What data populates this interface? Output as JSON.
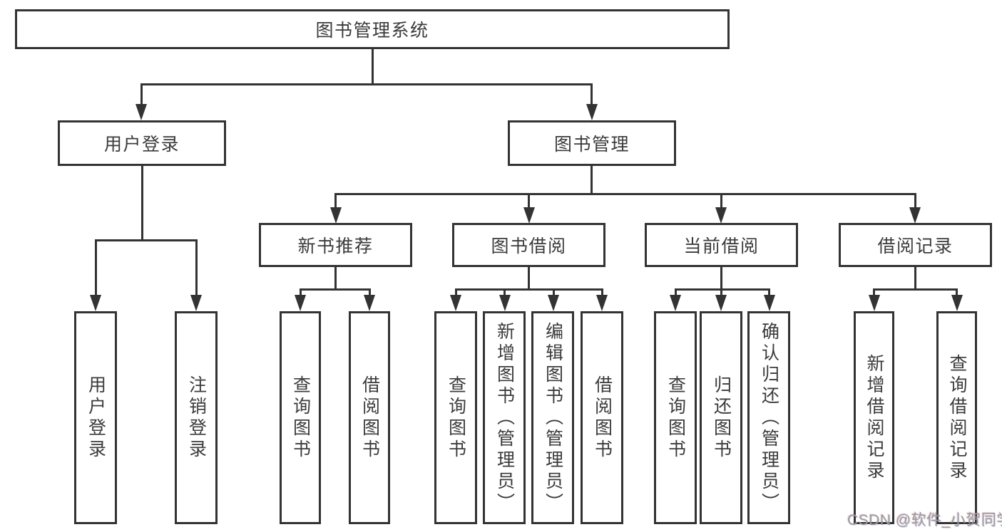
{
  "tree": {
    "root": {
      "label": "图书管理系统"
    },
    "user_login": {
      "label": "用户登录",
      "children": [
        "用户登录",
        "注销登录"
      ]
    },
    "book_mgmt": {
      "label": "图书管理"
    },
    "new_books": {
      "label": "新书推荐",
      "children": [
        "查询图书",
        "借阅图书"
      ]
    },
    "book_borrow": {
      "label": "图书借阅",
      "children": [
        "查询图书",
        "新增图书（管理员）",
        "编辑图书（管理员）",
        "借阅图书"
      ]
    },
    "current_borrow": {
      "label": "当前借阅",
      "children": [
        "查询图书",
        "归还图书",
        "确认归还（管理员）"
      ]
    },
    "borrow_records": {
      "label": "借阅记录",
      "children": [
        "新增借阅记录",
        "查询借阅记录"
      ]
    }
  },
  "watermark": {
    "text": "CSDN @软件_小贺同学"
  },
  "colors": {
    "line": "#333333",
    "text": "#3b3b3b",
    "box_background": "#ffffff",
    "page_background": "#ffffff",
    "watermark": "#9b9b9b"
  }
}
